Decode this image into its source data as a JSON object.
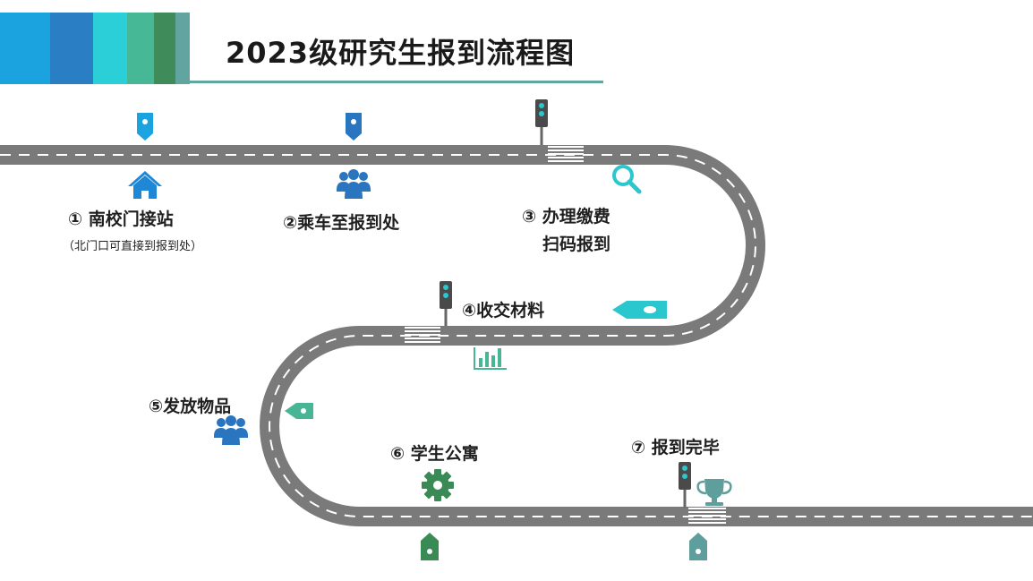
{
  "title": "2023级研究生报到流程图",
  "colors": {
    "stripes": [
      "#1ba3e0",
      "#2a7fc4",
      "#2bcfd8",
      "#47b896",
      "#3f8b5a",
      "#62a5a0"
    ],
    "road": "#7a7a7a",
    "title_underline": "#5fa7a0",
    "blue": "#1e88d6",
    "dark_blue": "#2a75c0",
    "cyan": "#2bc7cf",
    "teal": "#48b694",
    "green": "#3a8a55",
    "grey_teal": "#5e9f9e"
  },
  "steps": [
    {
      "label": "① 南校门接站",
      "note": "（北门口可直接到报到处）",
      "icon": "home-icon"
    },
    {
      "label": "②乘车至报到处",
      "icon": "people-icon"
    },
    {
      "label": "③ 办理缴费",
      "label2": "扫码报到",
      "icon": "search-icon"
    },
    {
      "label": "④收交材料",
      "icon": "bar-chart-icon"
    },
    {
      "label": "⑤发放物品",
      "icon": "people-icon"
    },
    {
      "label": "⑥ 学生公寓",
      "icon": "gear-icon"
    },
    {
      "label": "⑦ 报到完毕",
      "icon": "trophy-icon"
    }
  ]
}
